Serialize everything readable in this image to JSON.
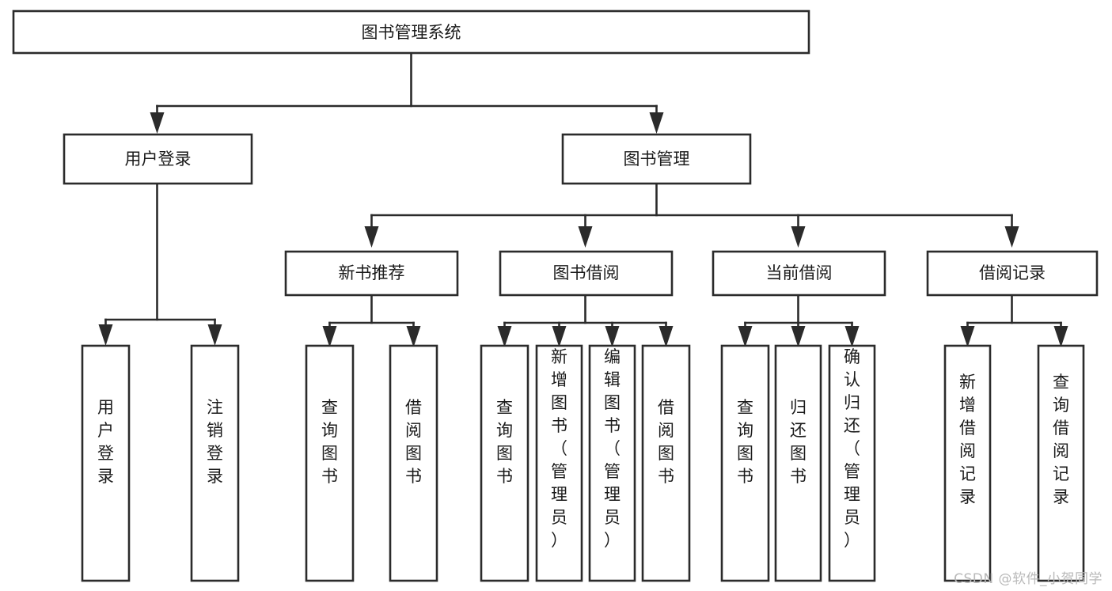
{
  "diagram": {
    "title": "图书管理系统",
    "type": "tree",
    "orientation": "top-down",
    "levels": 4,
    "nodes": {
      "root": {
        "label": "图书管理系统",
        "level": 1,
        "text_orientation": "horizontal"
      },
      "l2": [
        {
          "id": "user-login",
          "label": "用户登录",
          "level": 2,
          "text_orientation": "horizontal"
        },
        {
          "id": "book-manage",
          "label": "图书管理",
          "level": 2,
          "text_orientation": "horizontal"
        }
      ],
      "l3": [
        {
          "id": "new-book-rec",
          "label": "新书推荐",
          "level": 3,
          "parent": "book-manage",
          "text_orientation": "horizontal"
        },
        {
          "id": "book-borrow",
          "label": "图书借阅",
          "level": 3,
          "parent": "book-manage",
          "text_orientation": "horizontal"
        },
        {
          "id": "current-borrow",
          "label": "当前借阅",
          "level": 3,
          "parent": "book-manage",
          "text_orientation": "horizontal"
        },
        {
          "id": "borrow-record",
          "label": "借阅记录",
          "level": 3,
          "parent": "book-manage",
          "text_orientation": "horizontal"
        }
      ],
      "leaves": [
        {
          "id": "leaf-user-login",
          "label": "用户登录",
          "parent": "user-login",
          "text_orientation": "vertical"
        },
        {
          "id": "leaf-user-logout",
          "label": "注销登录",
          "parent": "user-login",
          "text_orientation": "vertical"
        },
        {
          "id": "leaf-query-book-rec",
          "label": "查询图书",
          "parent": "new-book-rec",
          "text_orientation": "vertical"
        },
        {
          "id": "leaf-borrow-book-rec",
          "label": "借阅图书",
          "parent": "new-book-rec",
          "text_orientation": "vertical"
        },
        {
          "id": "leaf-query-book-borrow",
          "label": "查询图书",
          "parent": "book-borrow",
          "text_orientation": "vertical"
        },
        {
          "id": "leaf-add-book",
          "label": "新增图书（管理员）",
          "parent": "book-borrow",
          "text_orientation": "vertical"
        },
        {
          "id": "leaf-edit-book",
          "label": "编辑图书（管理员）",
          "parent": "book-borrow",
          "text_orientation": "vertical"
        },
        {
          "id": "leaf-borrow-book",
          "label": "借阅图书",
          "parent": "book-borrow",
          "text_orientation": "vertical"
        },
        {
          "id": "leaf-query-book-cur",
          "label": "查询图书",
          "parent": "current-borrow",
          "text_orientation": "vertical"
        },
        {
          "id": "leaf-return-book",
          "label": "归还图书",
          "parent": "current-borrow",
          "text_orientation": "vertical"
        },
        {
          "id": "leaf-confirm-return",
          "label": "确认归还（管理员）",
          "parent": "current-borrow",
          "text_orientation": "vertical"
        },
        {
          "id": "leaf-add-record",
          "label": "新增借阅记录",
          "parent": "borrow-record",
          "text_orientation": "vertical"
        },
        {
          "id": "leaf-query-record",
          "label": "查询借阅记录",
          "parent": "borrow-record",
          "text_orientation": "vertical"
        }
      ]
    },
    "colors": {
      "stroke": "#2b2b2b",
      "fill": "#ffffff",
      "text": "#1a1a1a",
      "watermark": "#b9b9b9"
    }
  },
  "watermark": {
    "text": "CSDN @软件_小贺同学"
  }
}
